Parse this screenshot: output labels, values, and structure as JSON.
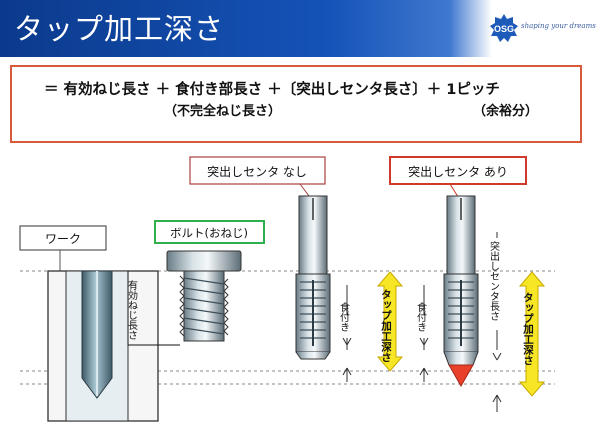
{
  "header": {
    "title": "タップ加工深さ",
    "logo_text": "OSG",
    "tagline": "shaping your dreams",
    "colors": {
      "bar_dark": "#0b3a8c",
      "bar_light": "#3f78cf"
    }
  },
  "formula": {
    "line": "＝ 有効ねじ長さ ＋ 食付き部長さ ＋〔突出しセンタ長さ〕＋ 1ピッチ",
    "sub_incomplete": "（不完全ねじ長さ）",
    "sub_margin": "（余裕分）",
    "border_color": "#d85a3c"
  },
  "diagram": {
    "work_label": "ワーク",
    "bolt_label": "ボルト(おねじ)",
    "effective_thread_label": "有効ねじ長さ",
    "tap_no_center_label": "突出しセンタ なし",
    "tap_with_center_label": "突出しセンタ あり",
    "chamfer_label_1": "食付き",
    "chamfer_label_2": "食付き",
    "depth_label_1": "タップ加工深さ",
    "depth_label_2": "タップ加工深さ",
    "center_length_label": "突出しセンタ長さ",
    "colors": {
      "arrow_fill": "#f7e625",
      "arrow_stroke": "#c9a800",
      "bolt_box": "#2fb04a",
      "callout_red": "#d03a2a",
      "center_tip": "#e8402a"
    }
  }
}
